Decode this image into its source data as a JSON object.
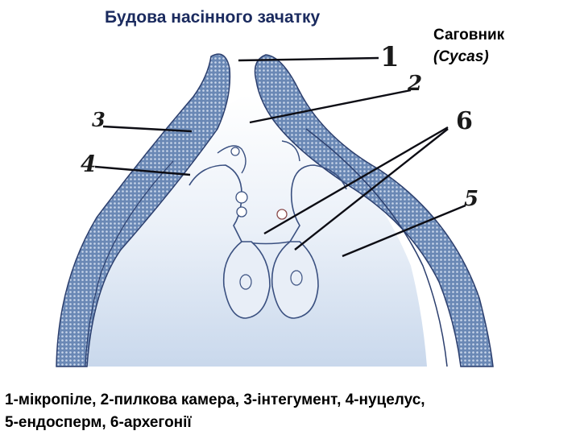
{
  "title": "Будова насінного зачатку",
  "species": {
    "common": "Саговник",
    "latin": "(Cycas)"
  },
  "labels": {
    "n1": "1",
    "n2": "2",
    "n3": "3",
    "n4": "4",
    "n5": "5",
    "n6": "6"
  },
  "caption": {
    "line1": "1-мікропіле, 2-пилкова камера, 3-інтегумент, 4-нуцелус,",
    "line2": "5-ендосперм, 6-архегонії"
  },
  "colors": {
    "integument_fill": "#5f7fae",
    "nucellus_fill": "#dfe7f4",
    "outline": "#2c3f6e",
    "leader": "#0d0d14"
  }
}
